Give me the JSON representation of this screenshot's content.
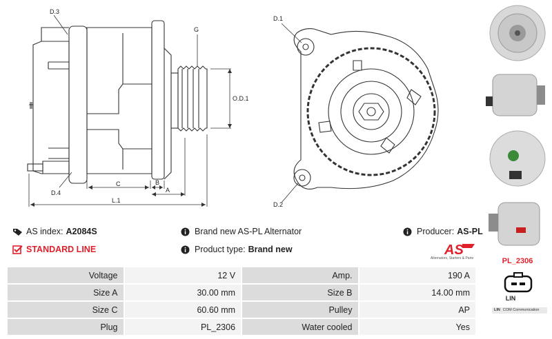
{
  "drawing": {
    "labels": {
      "d3": "D.3",
      "d4": "D.4",
      "g": "G",
      "od1": "O.D.1",
      "c": "C",
      "b": "B",
      "a": "A",
      "l1": "L.1",
      "d1": "D.1",
      "d2": "D.2"
    }
  },
  "info": {
    "as_index_label": "AS index:",
    "as_index_value": "A2084S",
    "standard_line": "STANDARD LINE",
    "brand_new_text": "Brand new AS-PL Alternator",
    "product_type_label": "Product type:",
    "product_type_value": "Brand new",
    "producer_label": "Producer:",
    "producer_value": "AS-PL"
  },
  "logo": {
    "mark": "AS",
    "tagline": "Alternators, Starters & Parts",
    "color": "#e0202b"
  },
  "specs": [
    {
      "label": "Voltage",
      "value": "12 V",
      "label2": "Amp.",
      "value2": "190 A"
    },
    {
      "label": "Size A",
      "value": "30.00 mm",
      "label2": "Size B",
      "value2": "14.00 mm"
    },
    {
      "label": "Size C",
      "value": "60.60 mm",
      "label2": "Pulley",
      "value2": "AP"
    },
    {
      "label": "Plug",
      "value": "PL_2306",
      "label2": "Water cooled",
      "value2": "Yes"
    }
  ],
  "plug": {
    "name": "PL_2306",
    "pin_label": "LIN",
    "com_key": "LIN",
    "com_value": "COM Communication"
  },
  "icons": {
    "tag": "tag-icon",
    "info": "info-icon",
    "check": "checkbox-icon"
  }
}
